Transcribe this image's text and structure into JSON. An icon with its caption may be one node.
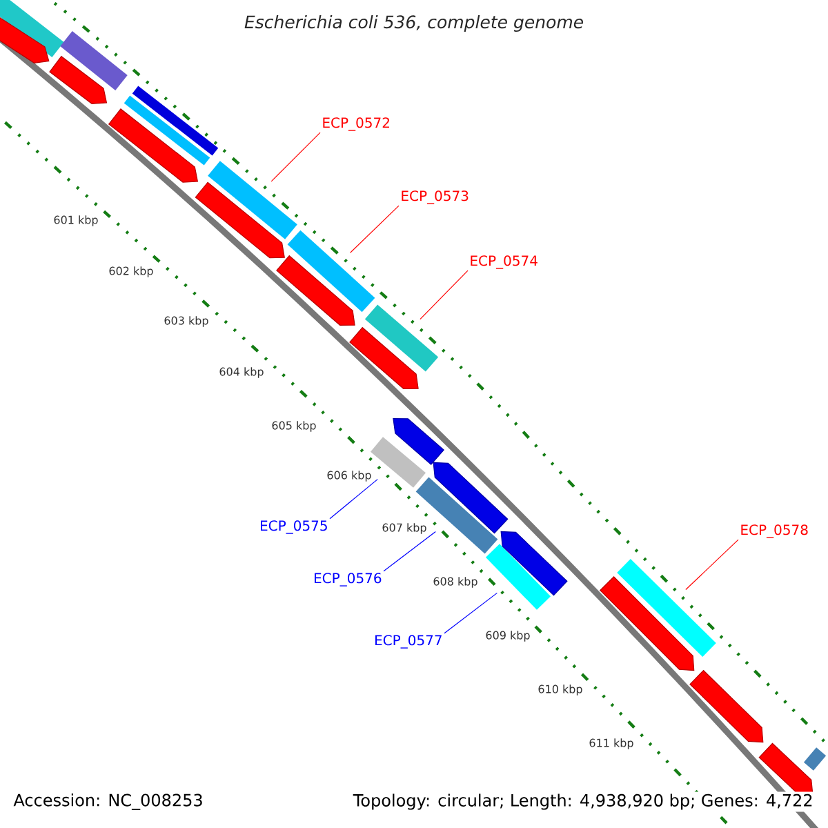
{
  "diagram": {
    "title": "Escherichia coli 536, complete genome",
    "nodes": [
      {
        "text": [
          "ECP_0572"
        ]
      },
      {
        "text": [],
        "shape": "box"
      },
      {
        "text": [
          "ECP_0573"
        ]
      },
      {
        "text": [],
        "shape": "box"
      },
      {
        "text": [
          "ECP_0574"
        ]
      },
      {
        "text": [],
        "shape": "box"
      },
      {
        "text": [
          "ECP_0575"
        ]
      },
      {
        "text": [],
        "shape": "box"
      },
      {
        "text": [
          "ECP_0576"
        ]
      },
      {
        "text": [],
        "shape": "box"
      },
      {
        "text": [
          "ECP_0577"
        ]
      },
      {
        "text": [],
        "shape": "box"
      },
      {
        "text": [
          "ECP_0578"
        ]
      },
      {
        "text": [],
        "shape": "box"
      },
      {
        "text": [],
        "shape": "box"
      },
      {
        "text": [],
        "shape": "box"
      },
      {
        "text": [],
        "shape": "box"
      },
      {
        "text": [],
        "shape": "box"
      },
      {
        "text": [],
        "shape": "pentagon"
      },
      {
        "text": [],
        "shape": "pentagon"
      },
      {
        "text": [],
        "shape": "pentagon"
      },
      {
        "text": [],
        "shape": "pentagon"
      },
      {
        "text": [],
        "shape": "pentagon"
      },
      {
        "text": [],
        "shape": "pentagon"
      },
      {
        "text": [],
        "shape": "pentagon"
      },
      {
        "text": [],
        "shape": "pentagon"
      },
      {
        "text": [],
        "shape": "pentagon"
      },
      {
        "text": [],
        "shape": "pentagon"
      },
      {
        "text": [],
        "shape": "pentagon"
      },
      {
        "text": [],
        "shape": "pentagon"
      },
      {
        "text": [],
        "shape": "box"
      }
    ],
    "edges": [
      {
        "from": 0,
        "to": 1,
        "arrow": "none"
      },
      {
        "from": 2,
        "to": 3,
        "arrow": "none"
      },
      {
        "from": 4,
        "to": 5,
        "arrow": "none"
      },
      {
        "from": 6,
        "to": 7,
        "arrow": "none",
        "color": "#0000ff"
      },
      {
        "from": 8,
        "to": 9,
        "arrow": "none",
        "color": "#0000ff"
      },
      {
        "from": 10,
        "to": 11,
        "arrow": "none",
        "color": "#0000ff"
      },
      {
        "from": 12,
        "to": 13,
        "arrow": "none"
      }
    ],
    "labels": [
      "601 kbp",
      "602 kbp",
      "603 kbp",
      "604 kbp",
      "605 kbp",
      "606 kbp",
      "607 kbp",
      "608 kbp",
      "609 kbp",
      "610 kbp",
      "611 kbp",
      "Accession: NC_008253",
      "Topology: circular; Length: 4,938,920 bp; Genes: 4,722"
    ]
  }
}
